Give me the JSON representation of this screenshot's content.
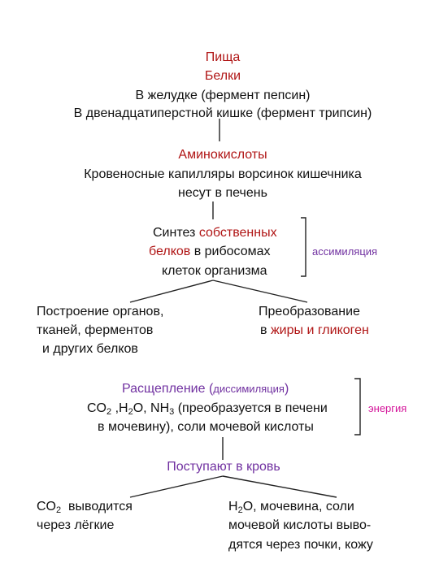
{
  "colors": {
    "red": "#b01515",
    "purple": "#7030a0",
    "magenta": "#d4149a",
    "text": "#111111"
  },
  "food": "Пища",
  "proteins": "Белки",
  "stomach": "В желудке (фермент пепсин)",
  "duodenum": "В двенадцатиперстной кишке (фермент трипсин)",
  "amino_acids": "Аминокислоты",
  "capillaries_1": "Кровеносные капилляры ворсинок кишечника",
  "capillaries_2": "несут в печень",
  "synthesis": {
    "l1_a": "Синтез ",
    "l1_b": "собственных",
    "l2_a": "белков",
    "l2_b": " в рибосомах",
    "l3": "клеток организма",
    "side": "ассимиляция"
  },
  "building": {
    "l1": "Построение органов,",
    "l2": "тканей, ферментов",
    "l3": "и других белков"
  },
  "transform": {
    "l1": "Преобразование",
    "l2_a": "в ",
    "l2_b": "жиры и гликоген"
  },
  "breakdown": {
    "l1_a": "Расщепление (",
    "l1_b": "диссимиляция",
    "l1_c": ")",
    "l2_co": "CO",
    "l2_co_sub": "2",
    "l2_sep": " ,",
    "l2_h": "H",
    "l2_h_sub": "2",
    "l2_o": "O, NH",
    "l2_nh_sub": "3",
    "l2_rest": " (преобразуется в печени",
    "l3": "в мочевину), соли мочевой кислоты",
    "side": "энергия"
  },
  "blood": "Поступают в кровь",
  "lungs": {
    "co": "CO",
    "co_sub": "2",
    "l1_rest": "  выводится",
    "l2": "через лёгкие"
  },
  "kidneys": {
    "h": "H",
    "h_sub": "2",
    "l1_rest": "O, мочевина, соли",
    "l2": "мочевой кислоты выво-",
    "l3": "дятся через почки, кожу"
  }
}
